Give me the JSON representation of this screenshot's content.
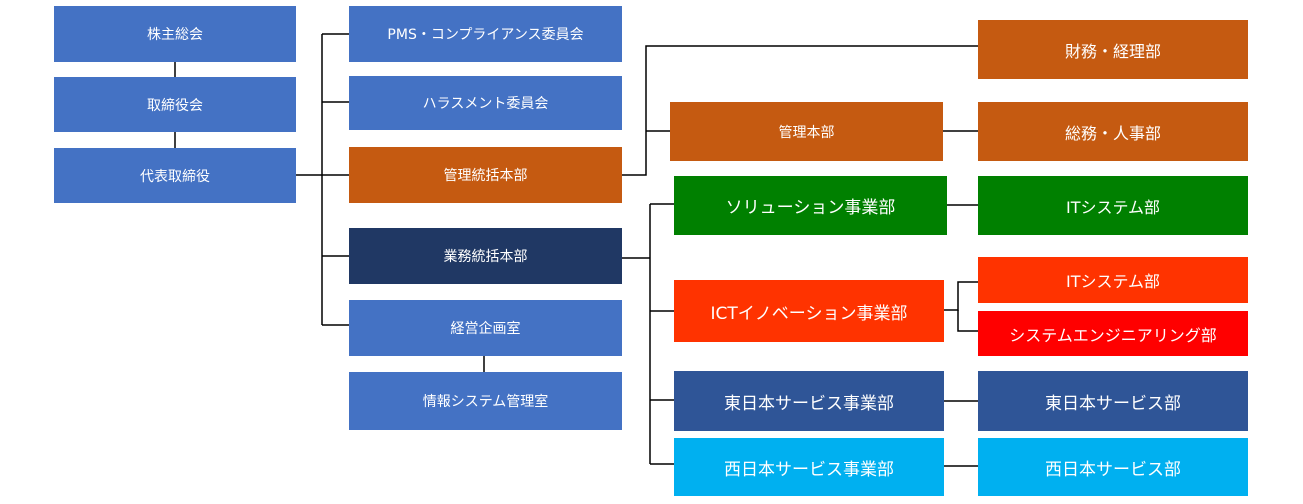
{
  "colors": {
    "steel_blue": "#4472c4",
    "navy": "#203864",
    "burnt_orange": "#c55a11",
    "green": "#008000",
    "red_orange": "#ff3300",
    "red": "#ff0000",
    "medium_blue": "#2f5597",
    "sky_blue": "#00b0f0",
    "connector": "#000000"
  },
  "nodes": {
    "shareholders_meeting": "株主総会",
    "board_of_directors": "取締役会",
    "ceo": "代表取締役",
    "pms_compliance_committee": "PMS・コンプライアンス委員会",
    "harassment_committee": "ハラスメント委員会",
    "admin_control_hq": "管理統括本部",
    "business_control_hq": "業務統括本部",
    "corporate_planning_office": "経営企画室",
    "info_systems_mgmt_office": "情報システム管理室",
    "finance_accounting_dept": "財務・経理部",
    "administration_hq": "管理本部",
    "general_affairs_hr_dept": "総務・人事部",
    "solutions_division": "ソリューション事業部",
    "it_systems_dept_solutions": "ITシステム部",
    "ict_innovation_division": "ICTイノベーション事業部",
    "it_systems_dept_ict": "ITシステム部",
    "system_engineering_dept": "システムエンジニアリング部",
    "east_japan_service_division": "東日本サービス事業部",
    "east_japan_service_dept": "東日本サービス部",
    "west_japan_service_division": "西日本サービス事業部",
    "west_japan_service_dept": "西日本サービス部"
  }
}
